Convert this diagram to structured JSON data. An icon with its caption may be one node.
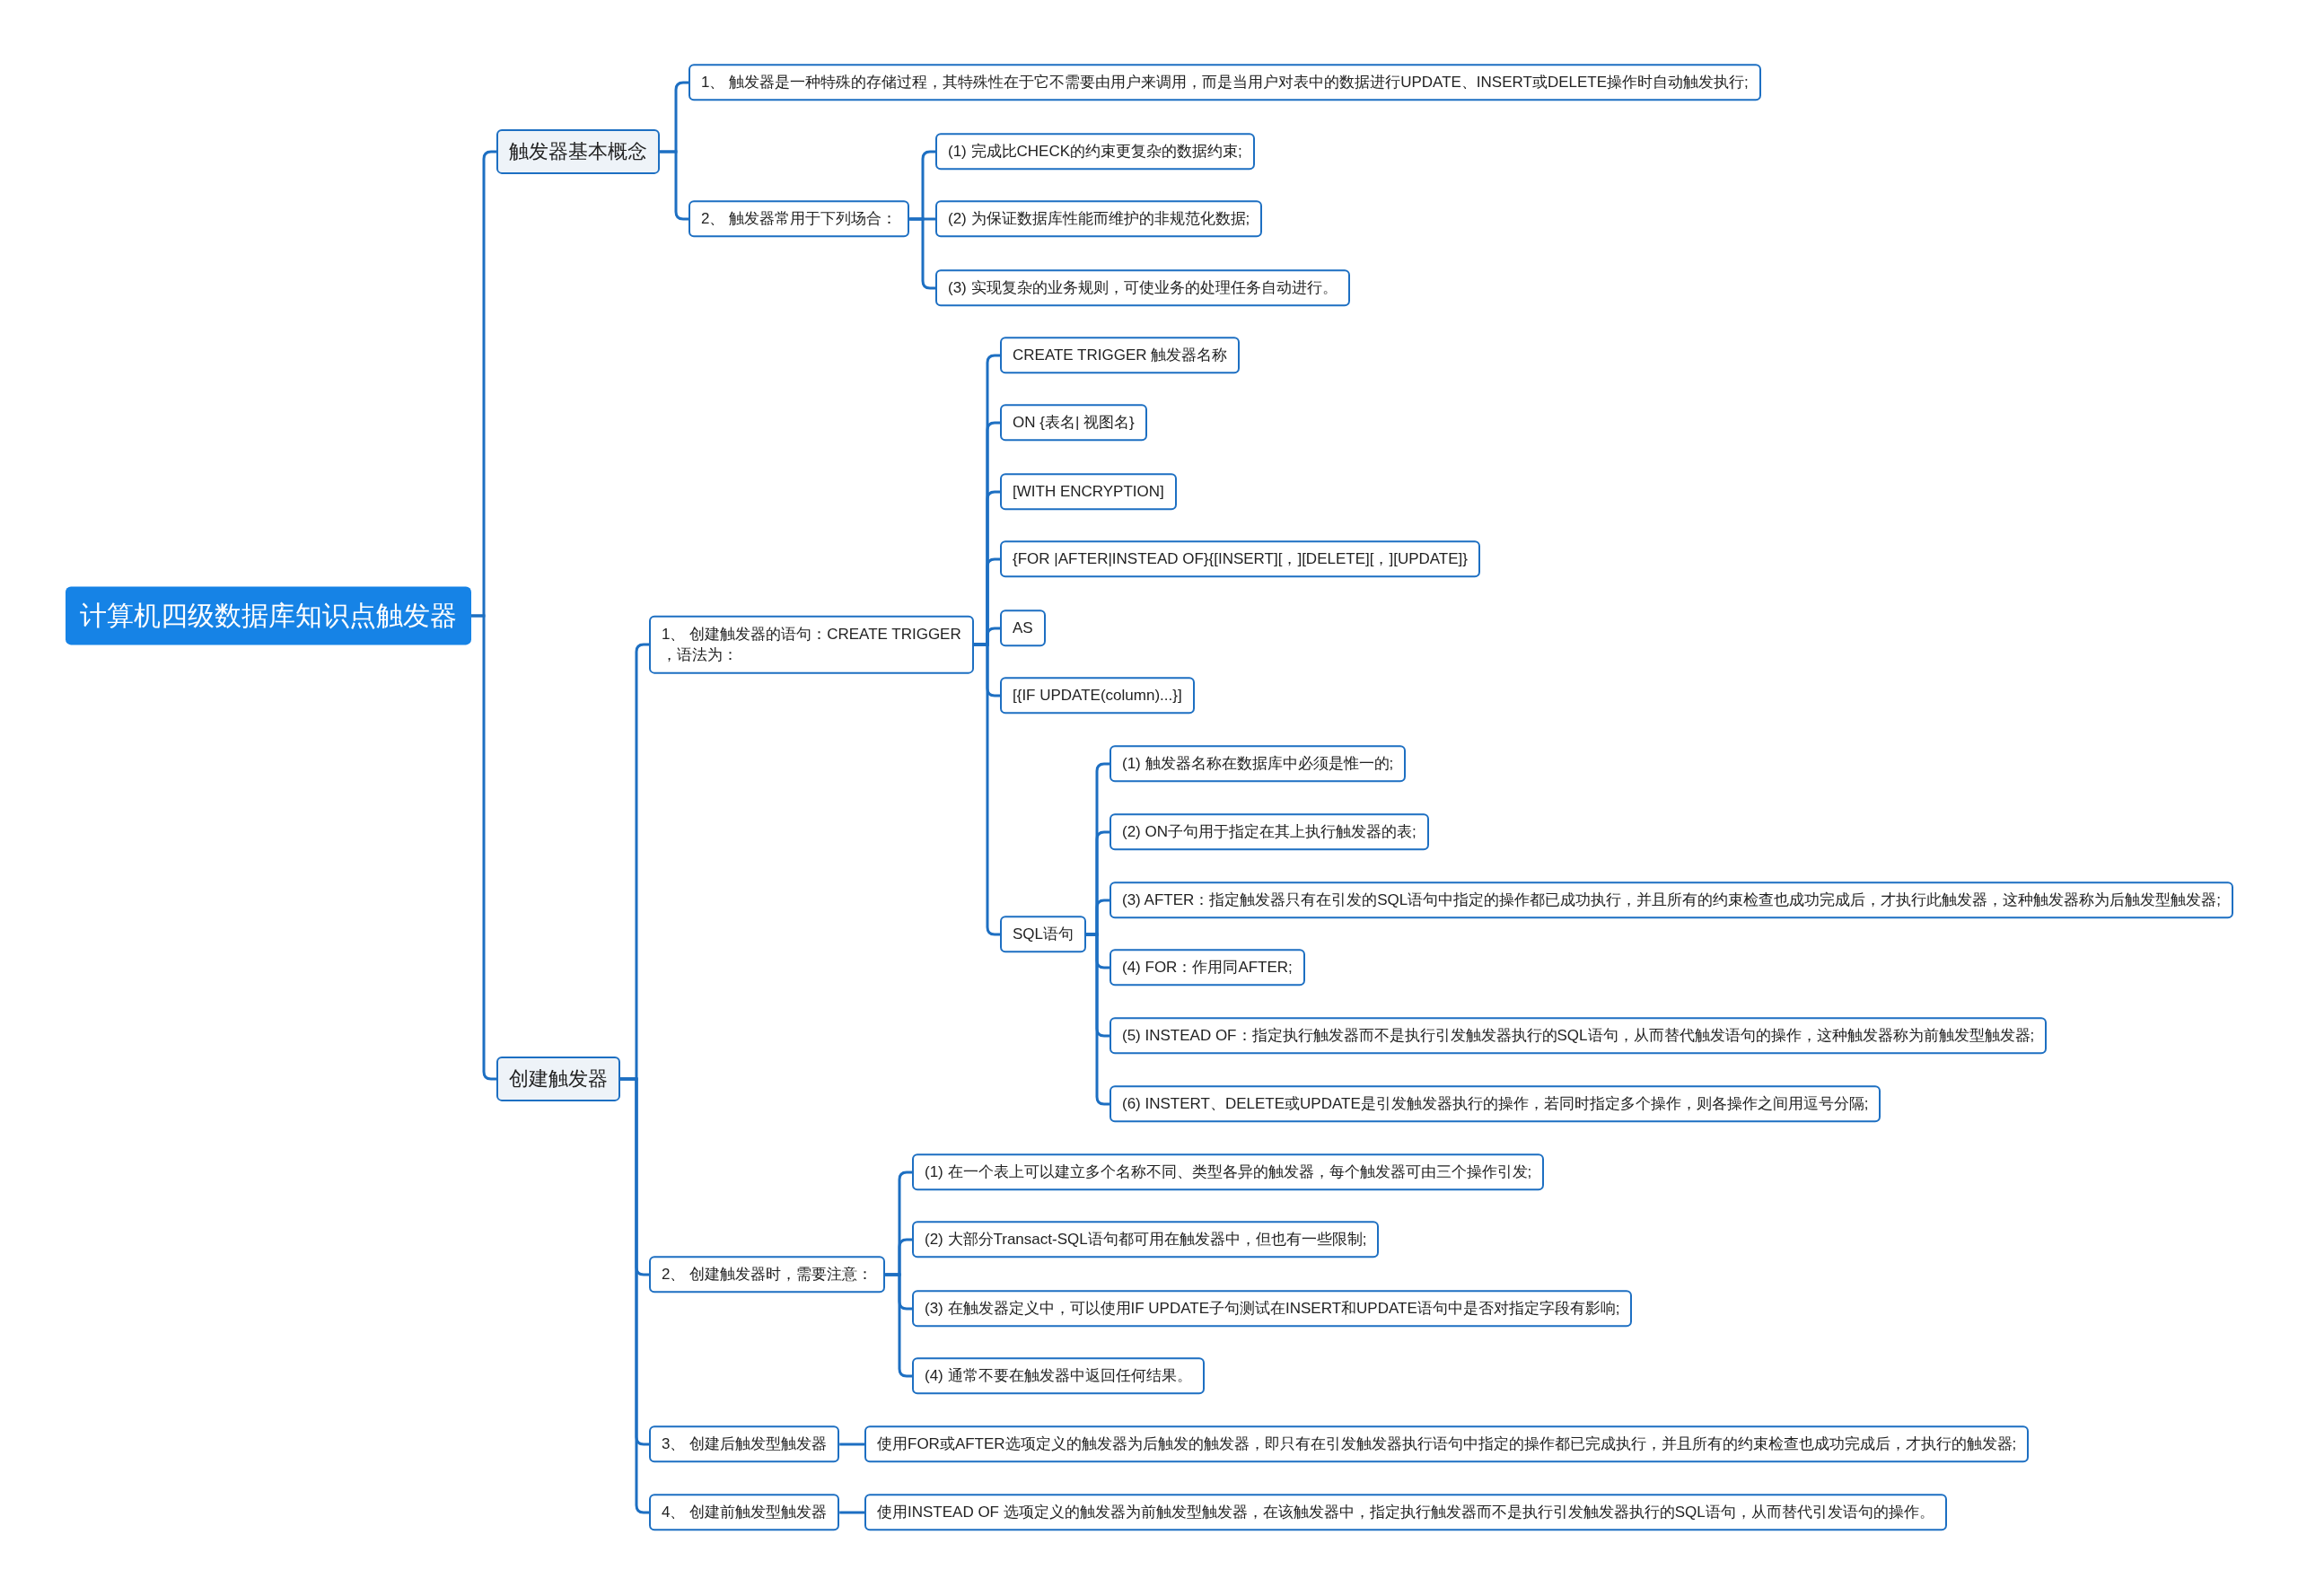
{
  "diagram": {
    "nodes": [
      {
        "text": [
          "计算机四级数据库知识点触发器"
        ]
      },
      {
        "text": [
          "触发器基本概念"
        ]
      },
      {
        "text": [
          "1、 触发器是一种特殊的存储过程，其特殊性在于它不需要由用户来调用，而是当用户对表中的数据进行UPDATE、INSERT或DELETE操作时自动触发执行;"
        ]
      },
      {
        "text": [
          "2、 触发器常用于下列场合："
        ]
      },
      {
        "text": [
          "(1) 完成比CHECK的约束更复杂的数据约束;"
        ]
      },
      {
        "text": [
          "(2) 为保证数据库性能而维护的非规范化数据;"
        ]
      },
      {
        "text": [
          "(3) 实现复杂的业务规则，可使业务的处理任务自动进行。"
        ]
      },
      {
        "text": [
          "创建触发器"
        ]
      },
      {
        "text": [
          "1、 创建触发器的语句：CREATE TRIGGER ，语法为："
        ]
      },
      {
        "text": [
          "CREATE TRIGGER 触发器名称"
        ]
      },
      {
        "text": [
          "ON {表名| 视图名}"
        ]
      },
      {
        "text": [
          "[WITH ENCRYPTION]"
        ]
      },
      {
        "text": [
          "{FOR |AFTER|INSTEAD OF}{[INSERT][，][DELETE][，][UPDATE]}"
        ]
      },
      {
        "text": [
          "AS"
        ]
      },
      {
        "text": [
          "[{IF UPDATE(column)...}]"
        ]
      },
      {
        "text": [
          "SQL语句"
        ]
      },
      {
        "text": [
          "(1) 触发器名称在数据库中必须是惟一的;"
        ]
      },
      {
        "text": [
          "(2) ON子句用于指定在其上执行触发器的表;"
        ]
      },
      {
        "text": [
          "(3) AFTER：指定触发器只有在引发的SQL语句中指定的操作都已成功执行，并且所有的约束检查也成功完成后，才执行此触发器，这种触发器称为后触发型触发器;"
        ]
      },
      {
        "text": [
          "(4) FOR：作用同AFTER;"
        ]
      },
      {
        "text": [
          "(5) INSTEAD OF：指定执行触发器而不是执行引发触发器执行的SQL语句，从而替代触发语句的操作，这种触发器称为前触发型触发器;"
        ]
      },
      {
        "text": [
          "(6) INSTERT、DELETE或UPDATE是引发触发器执行的操作，若同时指定多个操作，则各操作之间用逗号分隔;"
        ]
      },
      {
        "text": [
          "2、 创建触发器时，需要注意："
        ]
      },
      {
        "text": [
          "(1) 在一个表上可以建立多个名称不同、类型各异的触发器，每个触发器可由三个操作引发;"
        ]
      },
      {
        "text": [
          "(2) 大部分Transact-SQL语句都可用在触发器中，但也有一些限制;"
        ]
      },
      {
        "text": [
          "(3) 在触发器定义中，可以使用IF UPDATE子句测试在INSERT和UPDATE语句中是否对指定字段有影响;"
        ]
      },
      {
        "text": [
          "(4) 通常不要在触发器中返回任何结果。"
        ]
      },
      {
        "text": [
          "3、 创建后触发型触发器"
        ]
      },
      {
        "text": [
          "使用FOR或AFTER选项定义的触发器为后触发的触发器，即只有在引发触发器执行语句中指定的操作都已完成执行，并且所有的约束检查也成功完成后，才执行的触发器;"
        ]
      },
      {
        "text": [
          "4、 创建前触发型触发器"
        ]
      },
      {
        "text": [
          "使用INSTEAD OF 选项定义的触发器为前触发型触发器，在该触发器中，指定执行触发器而不是执行引发触发器执行的SQL语句，从而替代引发语句的操作。"
        ]
      }
    ],
    "edges": [
      {
        "from": 0,
        "to": 1,
        "arrow": "none"
      },
      {
        "from": 0,
        "to": 7,
        "arrow": "none"
      },
      {
        "from": 1,
        "to": 2,
        "arrow": "none"
      },
      {
        "from": 1,
        "to": 3,
        "arrow": "none"
      },
      {
        "from": 3,
        "to": 4,
        "arrow": "none"
      },
      {
        "from": 3,
        "to": 5,
        "arrow": "none"
      },
      {
        "from": 3,
        "to": 6,
        "arrow": "none"
      },
      {
        "from": 7,
        "to": 8,
        "arrow": "none"
      },
      {
        "from": 7,
        "to": 22,
        "arrow": "none"
      },
      {
        "from": 7,
        "to": 27,
        "arrow": "none"
      },
      {
        "from": 7,
        "to": 29,
        "arrow": "none"
      },
      {
        "from": 8,
        "to": 9,
        "arrow": "none"
      },
      {
        "from": 8,
        "to": 10,
        "arrow": "none"
      },
      {
        "from": 8,
        "to": 11,
        "arrow": "none"
      },
      {
        "from": 8,
        "to": 12,
        "arrow": "none"
      },
      {
        "from": 8,
        "to": 13,
        "arrow": "none"
      },
      {
        "from": 8,
        "to": 14,
        "arrow": "none"
      },
      {
        "from": 8,
        "to": 15,
        "arrow": "none"
      },
      {
        "from": 15,
        "to": 16,
        "arrow": "none"
      },
      {
        "from": 15,
        "to": 17,
        "arrow": "none"
      },
      {
        "from": 15,
        "to": 18,
        "arrow": "none"
      },
      {
        "from": 15,
        "to": 19,
        "arrow": "none"
      },
      {
        "from": 15,
        "to": 20,
        "arrow": "none"
      },
      {
        "from": 15,
        "to": 21,
        "arrow": "none"
      },
      {
        "from": 22,
        "to": 23,
        "arrow": "none"
      },
      {
        "from": 22,
        "to": 24,
        "arrow": "none"
      },
      {
        "from": 22,
        "to": 25,
        "arrow": "none"
      },
      {
        "from": 22,
        "to": 26,
        "arrow": "none"
      },
      {
        "from": 27,
        "to": 28,
        "arrow": "none"
      },
      {
        "from": 29,
        "to": 30,
        "arrow": "none"
      }
    ]
  }
}
